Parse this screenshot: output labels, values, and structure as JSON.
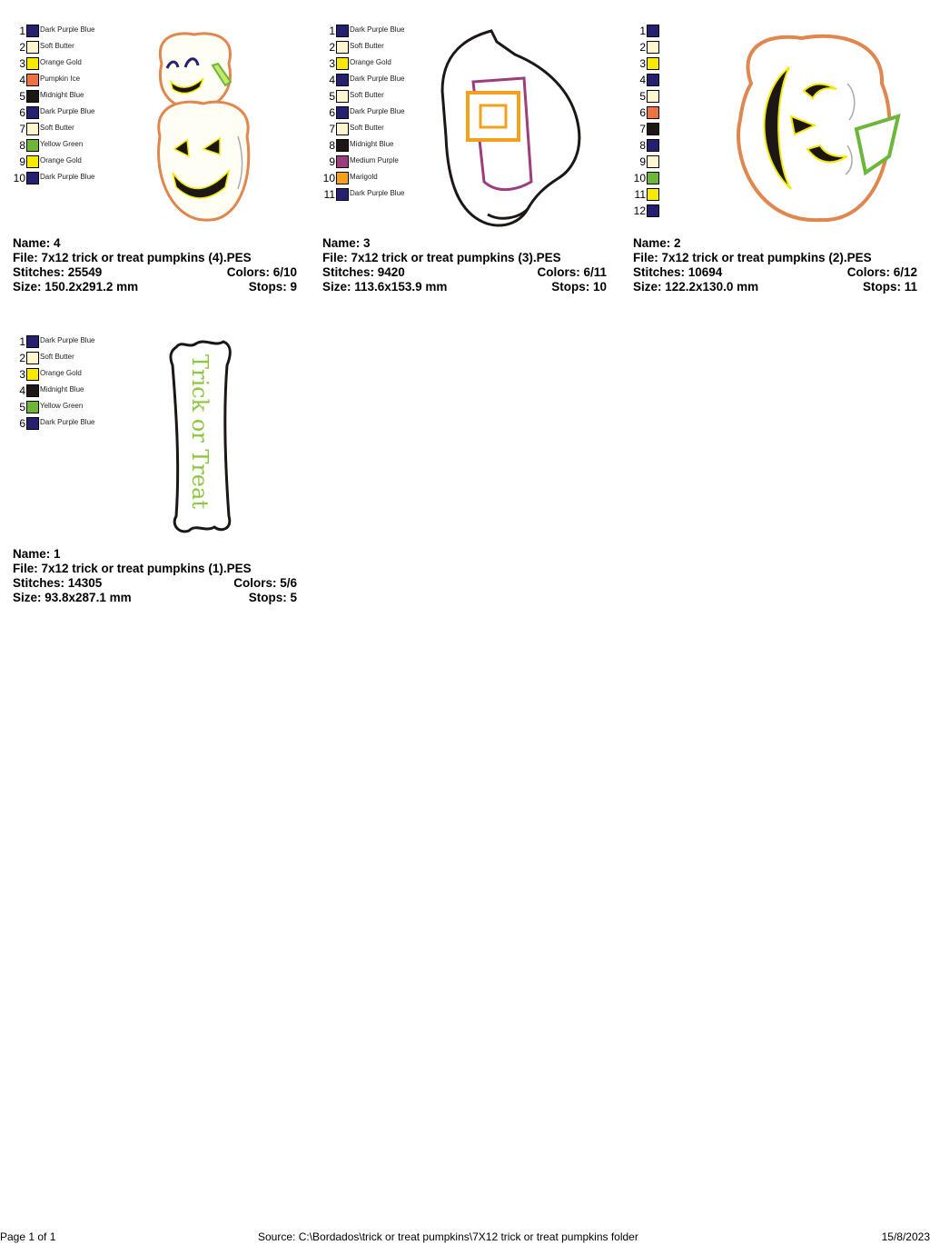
{
  "designs": [
    {
      "name": "Name: 4",
      "file": "File: 7x12 trick or treat pumpkins (4).PES",
      "stitches": "Stitches: 25549",
      "colors": "Colors: 6/10",
      "size": "Size: 150.2x291.2 mm",
      "stops": "Stops: 9",
      "legend": [
        {
          "num": "1",
          "name": "Dark Purple Blue",
          "color": "#262070"
        },
        {
          "num": "2",
          "name": "Soft Butter",
          "color": "#fdf6cf"
        },
        {
          "num": "3",
          "name": "Orange Gold",
          "color": "#f7ea00"
        },
        {
          "num": "4",
          "name": "Pumpkin Ice",
          "color": "#ee7344"
        },
        {
          "num": "5",
          "name": "Midnight Blue",
          "color": "#1c1714"
        },
        {
          "num": "6",
          "name": "Dark Purple Blue",
          "color": "#262070"
        },
        {
          "num": "7",
          "name": "Soft Butter",
          "color": "#fdf6cf"
        },
        {
          "num": "8",
          "name": "Yellow Green",
          "color": "#6cb63a"
        },
        {
          "num": "9",
          "name": "Orange Gold",
          "color": "#f7ea00"
        },
        {
          "num": "10",
          "name": "Dark Purple Blue",
          "color": "#262070"
        }
      ]
    },
    {
      "name": "Name: 3",
      "file": "File: 7x12 trick or treat pumpkins (3).PES",
      "stitches": "Stitches: 9420",
      "colors": "Colors: 6/11",
      "size": "Size: 113.6x153.9 mm",
      "stops": "Stops: 10",
      "legend": [
        {
          "num": "1",
          "name": "Dark Purple Blue",
          "color": "#262070"
        },
        {
          "num": "2",
          "name": "Soft Butter",
          "color": "#fdf6cf"
        },
        {
          "num": "3",
          "name": "Orange Gold",
          "color": "#f7ea00"
        },
        {
          "num": "4",
          "name": "Dark Purple Blue",
          "color": "#262070"
        },
        {
          "num": "5",
          "name": "Soft Butter",
          "color": "#fdf6cf"
        },
        {
          "num": "6",
          "name": "Dark Purple Blue",
          "color": "#262070"
        },
        {
          "num": "7",
          "name": "Soft Butter",
          "color": "#fdf6cf"
        },
        {
          "num": "8",
          "name": "Midnight Blue",
          "color": "#1c1714"
        },
        {
          "num": "9",
          "name": "Medium Purple",
          "color": "#9c3d7e"
        },
        {
          "num": "10",
          "name": "Marigold",
          "color": "#f3a01a"
        },
        {
          "num": "11",
          "name": "Dark Purple Blue",
          "color": "#262070"
        }
      ]
    },
    {
      "name": "Name: 2",
      "file": "File: 7x12 trick or treat pumpkins (2).PES",
      "stitches": "Stitches: 10694",
      "colors": "Colors: 6/12",
      "size": "Size: 122.2x130.0 mm",
      "stops": "Stops: 11",
      "legend": [
        {
          "num": "1",
          "name": "",
          "color": "#262070"
        },
        {
          "num": "2",
          "name": "",
          "color": "#fdf6cf"
        },
        {
          "num": "3",
          "name": "",
          "color": "#f7ea00"
        },
        {
          "num": "4",
          "name": "",
          "color": "#262070"
        },
        {
          "num": "5",
          "name": "",
          "color": "#fdf6cf"
        },
        {
          "num": "6",
          "name": "",
          "color": "#ee7344"
        },
        {
          "num": "7",
          "name": "",
          "color": "#1c1714"
        },
        {
          "num": "8",
          "name": "",
          "color": "#262070"
        },
        {
          "num": "9",
          "name": "",
          "color": "#fdf6cf"
        },
        {
          "num": "10",
          "name": "",
          "color": "#6cb63a"
        },
        {
          "num": "11",
          "name": "",
          "color": "#f7ea00"
        },
        {
          "num": "12",
          "name": "",
          "color": "#262070"
        }
      ]
    },
    {
      "name": "Name: 1",
      "file": "File: 7x12 trick or treat pumpkins (1).PES",
      "stitches": "Stitches: 14305",
      "colors": "Colors: 5/6",
      "size": "Size: 93.8x287.1 mm",
      "stops": "Stops: 5",
      "banner_text": "Trick or Treat",
      "legend": [
        {
          "num": "1",
          "name": "Dark Purple Blue",
          "color": "#262070"
        },
        {
          "num": "2",
          "name": "Soft Butter",
          "color": "#fdf6cf"
        },
        {
          "num": "3",
          "name": "Orange Gold",
          "color": "#f7ea00"
        },
        {
          "num": "4",
          "name": "Midnight Blue",
          "color": "#1c1714"
        },
        {
          "num": "5",
          "name": "Yellow Green",
          "color": "#6cb63a"
        },
        {
          "num": "6",
          "name": "Dark Purple Blue",
          "color": "#262070"
        }
      ]
    }
  ],
  "footer": {
    "page": "Page 1 of 1",
    "source": "Source: C:\\Bordados\\trick or treat pumpkins\\7X12 trick or treat pumpkins folder",
    "date": "15/8/2023"
  }
}
